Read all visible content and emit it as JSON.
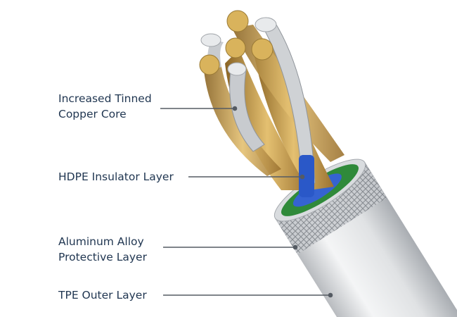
{
  "labels": {
    "copper_line1": "Increased Tinned",
    "copper_line2": "Copper Core",
    "hdpe": "HDPE Insulator Layer",
    "aluminum_line1": "Aluminum Alloy",
    "aluminum_line2": "Protective Layer",
    "tpe": "TPE Outer Layer"
  },
  "colors": {
    "text": "#1f3550",
    "leader": "#555b63",
    "copper": "#c9a04a",
    "insulator": "#2a58c8",
    "jacket": "#e4e6e8"
  }
}
